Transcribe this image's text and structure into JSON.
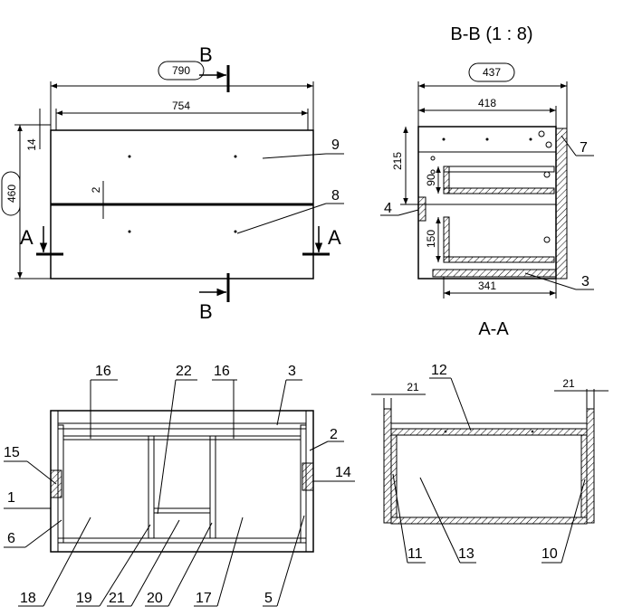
{
  "sections": {
    "bb_title": "B-B (1 : 8)",
    "aa_title": "A-A",
    "cut_b": "B",
    "cut_a": "A"
  },
  "front_view": {
    "overall_width": "790",
    "inner_width": "754",
    "height": "460",
    "top_thickness": "14",
    "gap": "2",
    "callouts": [
      "9",
      "8"
    ]
  },
  "section_bb": {
    "overall_depth": "437",
    "inner_depth": "418",
    "drawer_depth": "341",
    "upper_height": "215",
    "drawer_height_upper": "90",
    "drawer_height_lower": "150",
    "callouts": [
      "7",
      "4",
      "3"
    ]
  },
  "section_aa": {
    "callouts": [
      "16",
      "22",
      "16",
      "3",
      "2",
      "15",
      "14",
      "1",
      "6",
      "18",
      "19",
      "21",
      "20",
      "17",
      "5"
    ]
  },
  "section_side": {
    "dim_left": "21",
    "dim_right": "21",
    "callouts": [
      "12",
      "11",
      "13",
      "10"
    ]
  },
  "colors": {
    "line": "#000000",
    "background": "#ffffff"
  }
}
